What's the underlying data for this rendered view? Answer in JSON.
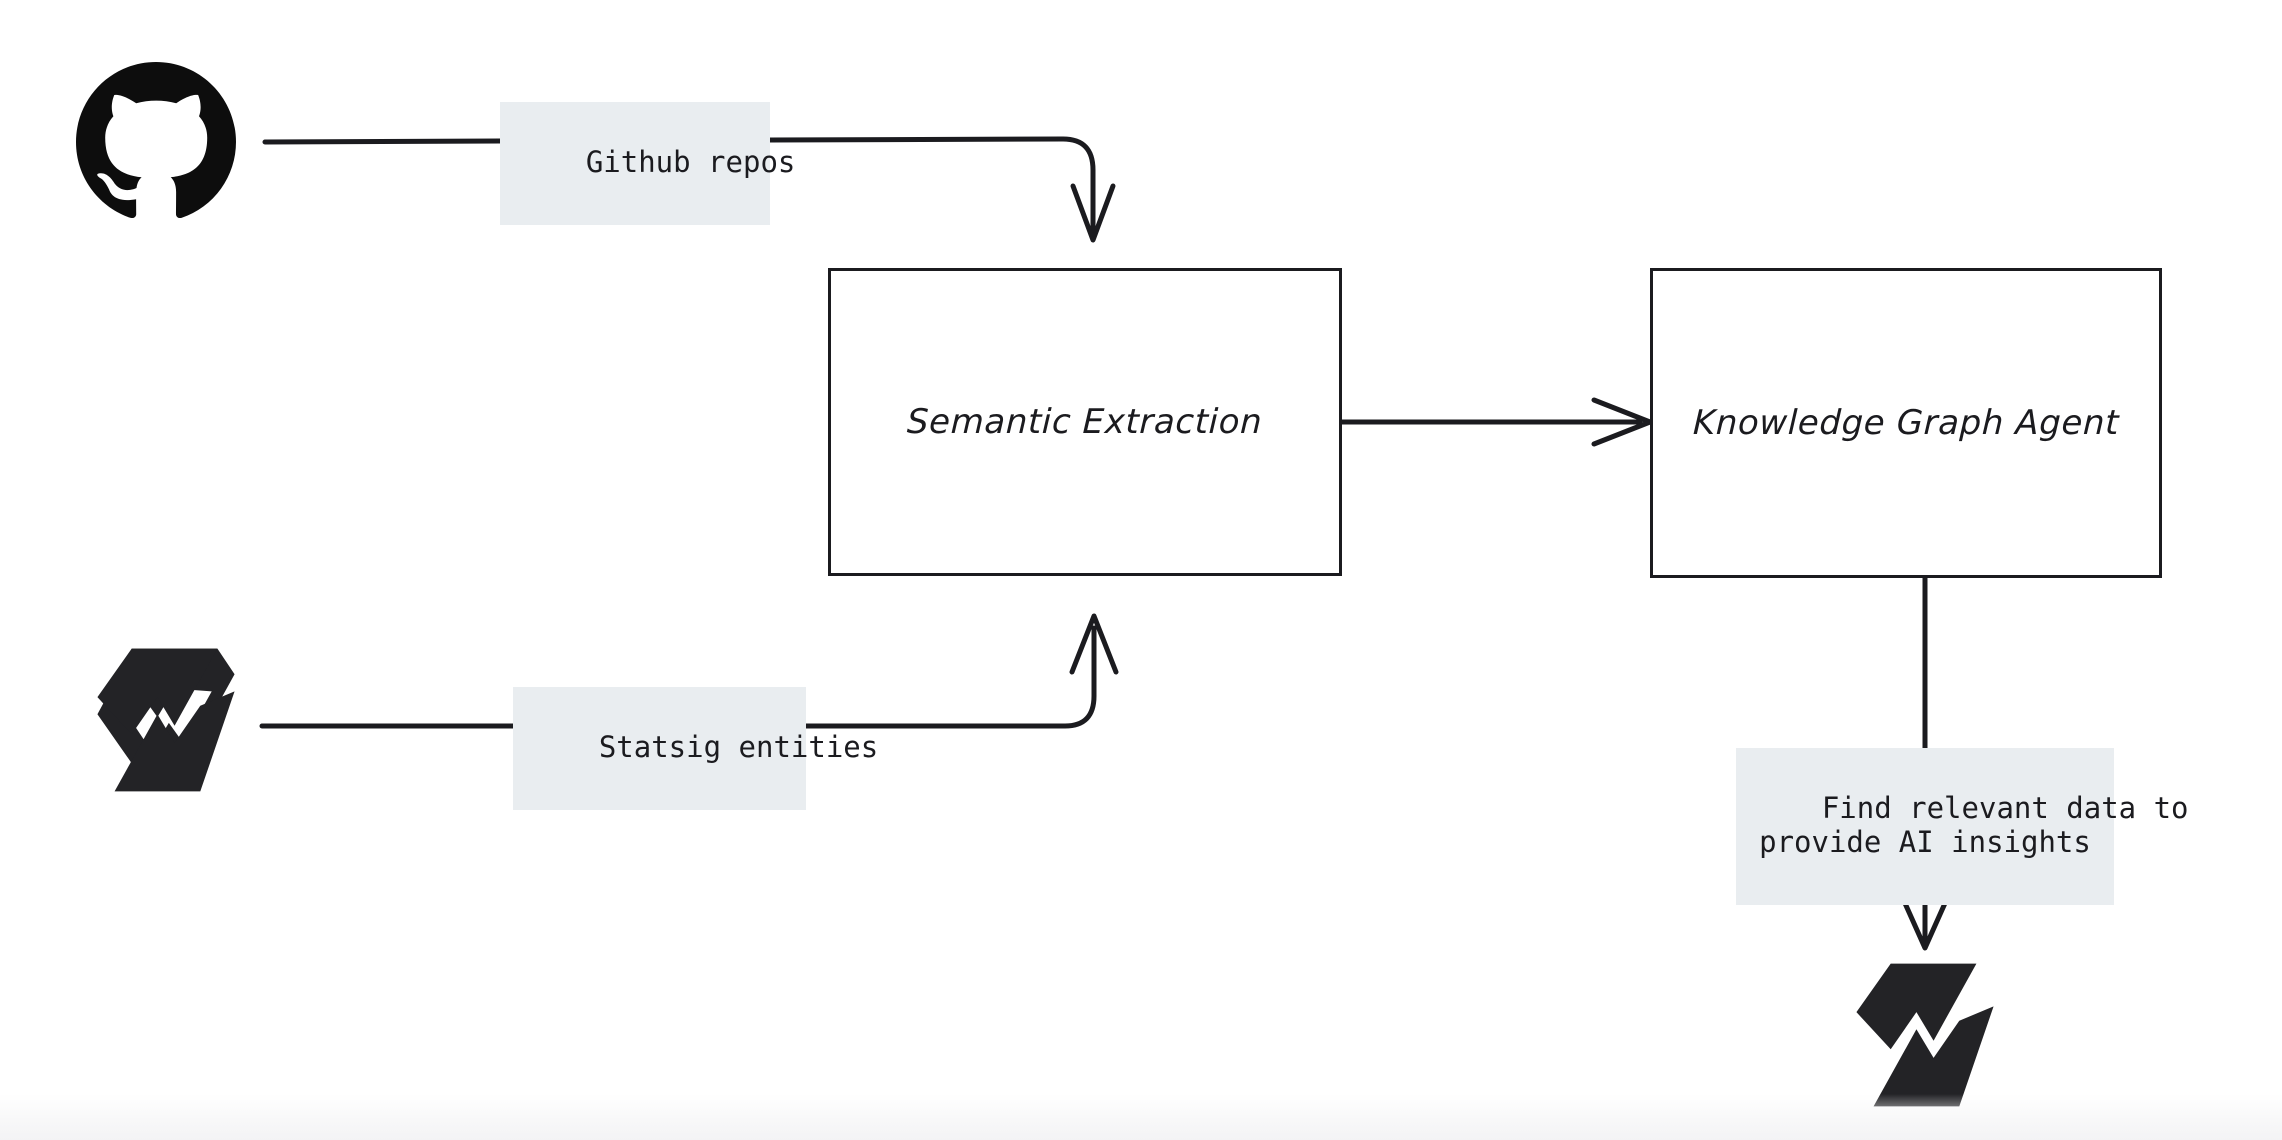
{
  "diagram": {
    "type": "flowchart",
    "style": "hand-drawn",
    "background_color": "#ffffff",
    "stroke_color": "#1b1b1f",
    "label_background_color": "#e9edf0",
    "nodes": [
      {
        "id": "github-source",
        "kind": "icon",
        "icon": "github-octocat-icon",
        "label": "GitHub",
        "color": "#0d0d0d"
      },
      {
        "id": "statsig-source",
        "kind": "icon",
        "icon": "statsig-logo-icon",
        "label": "Statsig",
        "color": "#232326"
      },
      {
        "id": "semantic-extraction",
        "kind": "box",
        "label": "Semantic Extraction"
      },
      {
        "id": "knowledge-graph-agent",
        "kind": "box",
        "label": "Knowledge Graph Agent"
      },
      {
        "id": "statsig-output",
        "kind": "icon",
        "icon": "statsig-logo-icon",
        "label": "Statsig",
        "color": "#232326"
      }
    ],
    "edges": [
      {
        "id": "edge-github-to-semantic",
        "from": "github-source",
        "to": "semantic-extraction",
        "label": "Github repos",
        "arrowhead": "open-v"
      },
      {
        "id": "edge-statsig-to-semantic",
        "from": "statsig-source",
        "to": "semantic-extraction",
        "label": "Statsig entities",
        "arrowhead": "open-v"
      },
      {
        "id": "edge-semantic-to-kg",
        "from": "semantic-extraction",
        "to": "knowledge-graph-agent",
        "label": "",
        "arrowhead": "open-v"
      },
      {
        "id": "edge-kg-to-statsig",
        "from": "knowledge-graph-agent",
        "to": "statsig-output",
        "label": "Find relevant data to\nprovide AI insights",
        "arrowhead": "open-v"
      }
    ]
  }
}
